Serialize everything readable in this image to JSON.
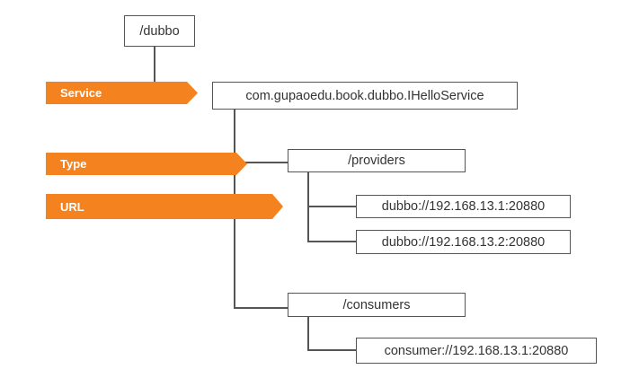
{
  "tags": {
    "service": "Service",
    "type": "Type",
    "url": "URL"
  },
  "nodes": {
    "root": "/dubbo",
    "service": "com.gupaoedu.book.dubbo.IHelloService",
    "providers": "/providers",
    "provider_1": "dubbo://192.168.13.1:20880",
    "provider_2": "dubbo://192.168.13.2:20880",
    "consumers": "/consumers",
    "consumer_1": "consumer://192.168.13.1:20880"
  },
  "colors": {
    "tag_fill": "#f4831f",
    "tag_text": "#ffffff",
    "line": "#555555",
    "box_border": "#555555"
  }
}
